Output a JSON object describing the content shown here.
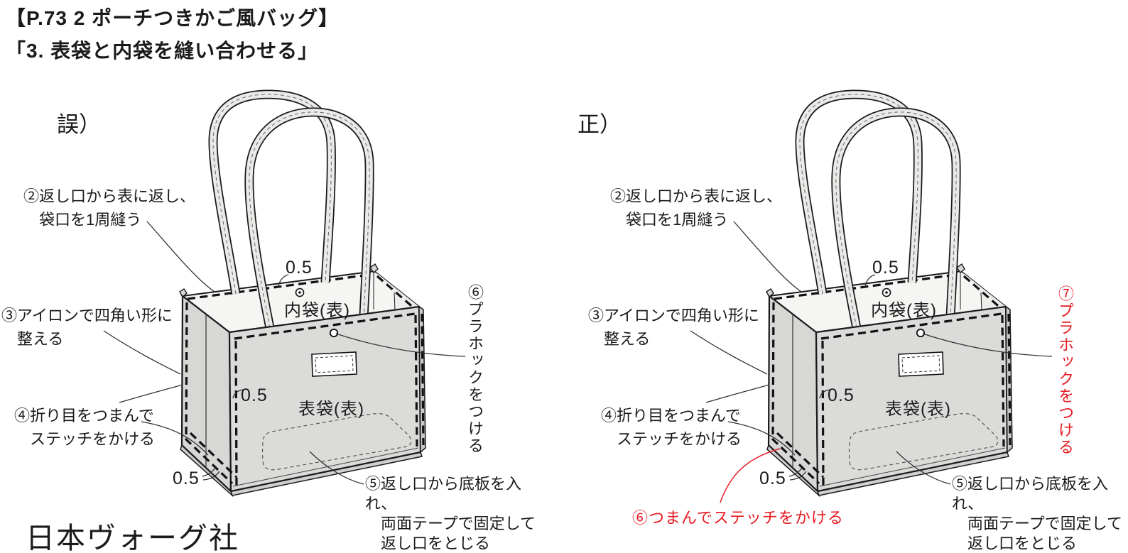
{
  "title": {
    "line1": "【P.73 2 ポーチつきかご風バッグ】",
    "line2": "「3. 表袋と内袋を縫い合わせる」"
  },
  "publisher": "日本ヴォーグ社",
  "colors": {
    "correction_red": "#e61a23",
    "line_black": "#1a1a1a",
    "bag_gray": "#dbdbd9",
    "interior_gray": "#f5f5f3"
  },
  "shared_labels": {
    "step2": "②返し口から表に返し、\n　袋口を1周縫う",
    "step3": "③アイロンで四角い形に\n　整える",
    "step4": "④折り目をつまんで\n　ステッチをかける",
    "step5": "⑤返し口から底板を入れ、\n　両面テープで固定して\n　返し口をとじる",
    "seam_allowance_top": "0.5",
    "seam_allowance_side": "0.5",
    "seam_allowance_bottom": "0.5",
    "inner_bag": "内袋(表)",
    "outer_bag": "表袋(表)"
  },
  "wrong": {
    "heading": "誤）",
    "snap_label": "⑥プラホックをつける"
  },
  "correct": {
    "heading": "正）",
    "snap_label": "⑦プラホックをつける",
    "pinch_label": "⑥つまんでステッチをかける"
  }
}
